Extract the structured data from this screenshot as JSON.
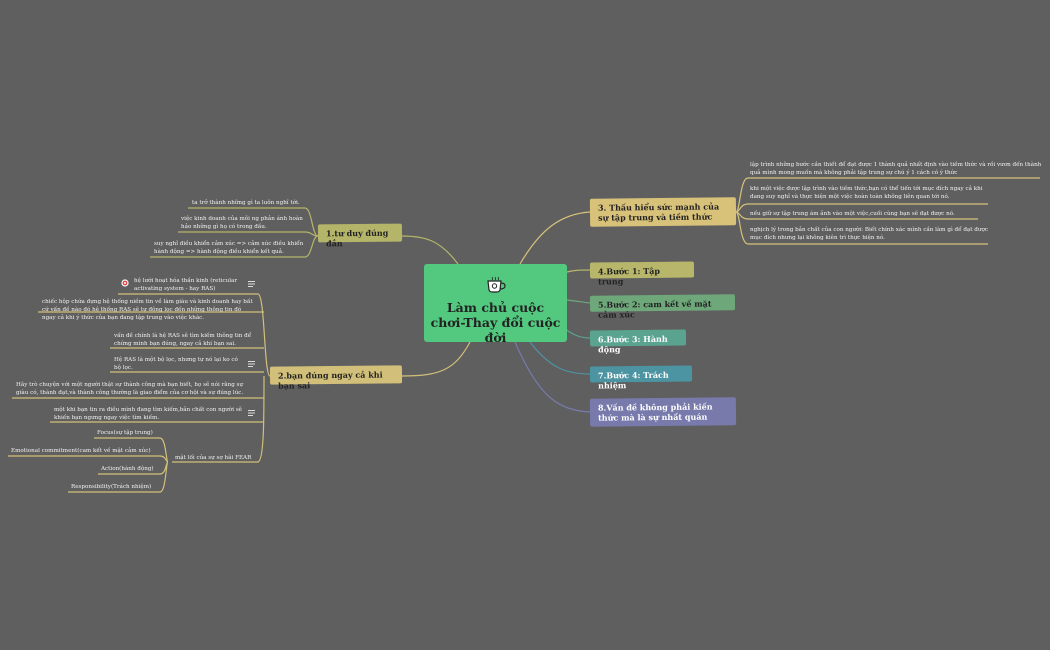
{
  "root": {
    "title": "Làm chủ cuộc chơi-Thay đổi cuộc đời",
    "icon": "coffee-cup-icon"
  },
  "branches": {
    "b1": {
      "label": "1.tư duy đúng đắn",
      "color": "#b5b56a"
    },
    "b2": {
      "label": "2.bạn đúng ngay cả khi bạn sai",
      "color": "#d2c07a"
    },
    "b3": {
      "label": "3. Thấu hiểu sức mạnh của sự tập trung và tiềm thức",
      "color": "#d8c27a"
    },
    "b4": {
      "label": "4.Bước 1: Tập trung",
      "color": "#b7b66a"
    },
    "b5": {
      "label": "5.Bước 2: cam kết về mặt cảm xúc",
      "color": "#6ea87a"
    },
    "b6": {
      "label": "6.Bước 3: Hành động",
      "color": "#5aa38f"
    },
    "b7": {
      "label": "7.Bước 4: Trách nhiệm",
      "color": "#4c94a2"
    },
    "b8": {
      "label": "8.Vấn đề không phải kiến thức mà là sự nhất quán",
      "color": "#777aab"
    }
  },
  "b1_leaves": [
    "ta trở thành những gì ta luôn nghĩ tới.",
    "việc kinh doanh của mỗi ng phản ánh hoàn hảo những gì họ có trong đầu.",
    "suy nghĩ điều khiển cảm xúc => cảm xúc điều khiển hành động => hành động điều khiển kết quả."
  ],
  "b2_leaves": {
    "ras": "hệ lưới hoạt hóa thần kinh (reticular activating system - hay RAS)",
    "ras_desc": "chiếc hộp chứa đựng hệ thống niềm tin về làm giàu và kinh doanh hay bất cứ vấn đề nào đó hệ thống RAS sẽ tự động lọc đến những thông tin đó ngay cả khi ý thức của bạn đang tập trung vào việc khác.",
    "ras_sub": "vấn đề chính là hệ RAS sẽ tìm kiếm thông tin để chứng minh bạn đúng, ngay cả khi bạn sai.",
    "filter": "Hệ RAS là một bộ lọc, nhưng tự nó lại ko có bộ lọc.",
    "story": "Hãy trò chuyện với một người thật sự thành công mà bạn biết, họ sẽ nói rằng sự giàu có, thành đạt,và thành công thường là giao điểm của cơ hội và sự đúng lúc.",
    "believe": "một khi bạn tin ra điều mình đang tìm kiếm,bản chất con người sẽ khiến bạn ngưng ngay việc tìm kiếm.",
    "fear_key": "mật lối của sự sợ hãi FEAR",
    "fear_items": [
      "Focus(sự tập trung)",
      "Emotional commitment(cam kết về mặt cảm xúc)",
      "Action(hành động)",
      "Responsibility(Trách nhiệm)"
    ]
  },
  "b3_leaves": [
    "lập trình những bước cần thiết để đạt được 1 thành quả nhất định vào tiềm thức và rồi vươn đến thành quả mình mong muốn mà không phải tập trung sự chú ý 1 cách có ý thức",
    "khi một việc được lập trình vào tiềm thức,bạn có thể tiến tới mục đích ngay cả khi đang suy nghĩ và thực hiện một việc hoàn toàn không liên quan tới nó.",
    "nếu giữ sự tập trung ám ảnh vào một việc,cuối cùng bạn sẽ đạt được nó.",
    "nghịch lý trong bản chất của con người: Biết chính xác mình cần làm gì để đạt được mục đích nhưng lại không kiên trì thực hiện nó."
  ],
  "icons": {
    "note": "note-icon",
    "target": "target-icon"
  }
}
